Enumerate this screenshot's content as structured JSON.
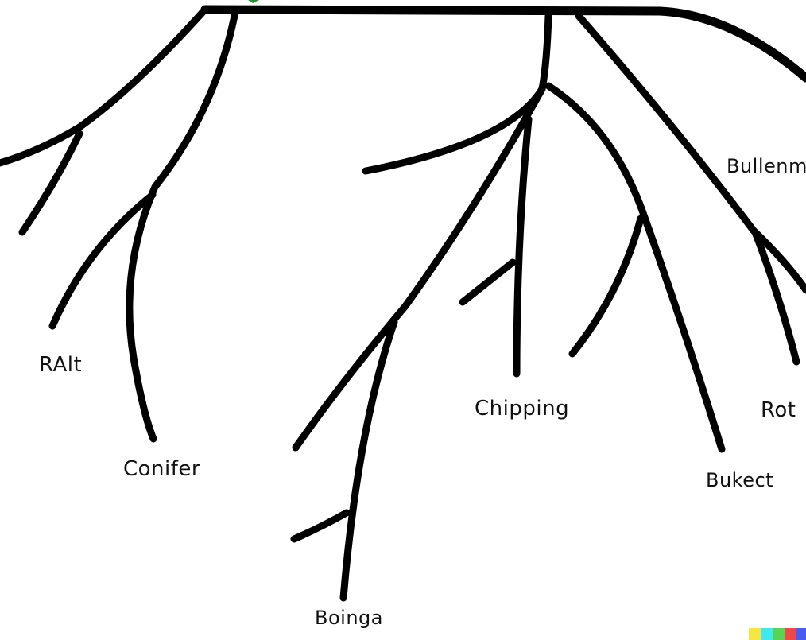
{
  "labels": {
    "ralt": "RAlt",
    "conifer": "Conifer",
    "botany": "Boinga",
    "chipping": "Chipping",
    "bullet": "Bullenm",
    "budget": "Bukect",
    "root": "Rot"
  },
  "colors": {
    "line": "#000000",
    "background": "#ffffff",
    "top_marker": "#1a9a2a",
    "swatches": [
      "#f5e642",
      "#42e8f0",
      "#55d455",
      "#f04848",
      "#4a5cf0"
    ]
  }
}
